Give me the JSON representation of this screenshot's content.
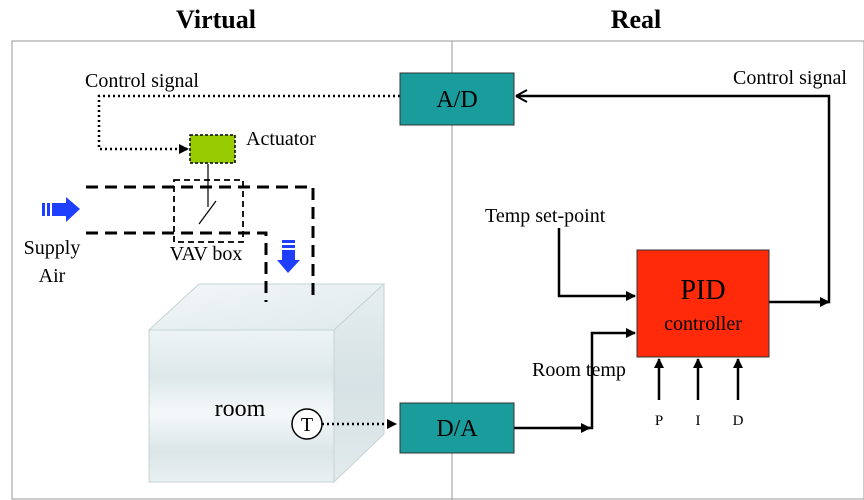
{
  "headers": {
    "virtual": "Virtual",
    "real": "Real"
  },
  "labels": {
    "control_signal_left": "Control signal",
    "control_signal_right": "Control signal",
    "actuator": "Actuator",
    "supply_air_line1": "Supply",
    "supply_air_line2": "Air",
    "vav_box": "VAV box",
    "room": "room",
    "temp_sensor": "T",
    "temp_setpoint": "Temp set-point",
    "room_temp": "Room temp"
  },
  "blocks": {
    "ad": "A/D",
    "da": "D/A",
    "pid_title": "PID",
    "pid_sub": "controller"
  },
  "pid_inputs": [
    "P",
    "I",
    "D"
  ],
  "colors": {
    "converter_fill": "#1a9c9c",
    "pid_fill": "#ff2a0a",
    "actuator_fill": "#99cc00",
    "air_arrow": "#1f3fff"
  }
}
